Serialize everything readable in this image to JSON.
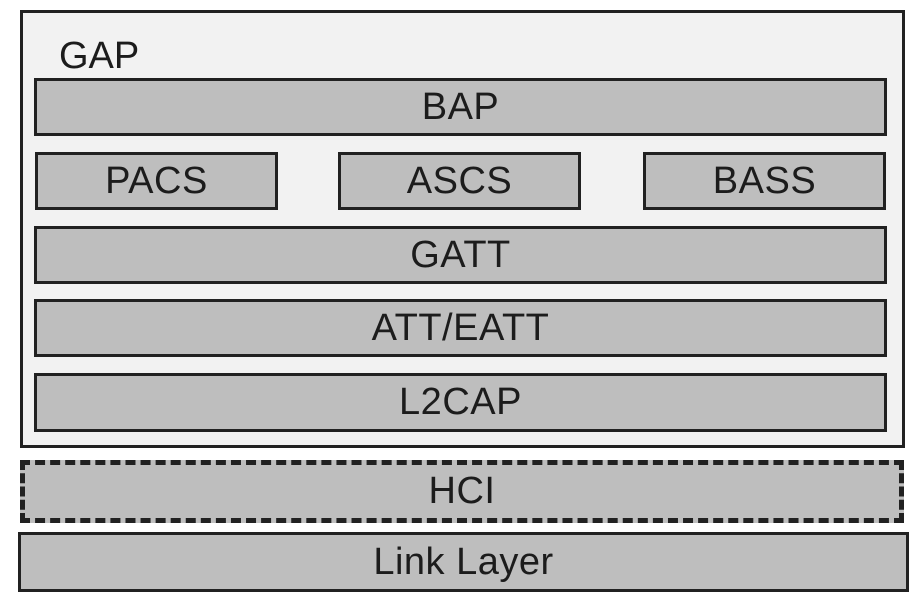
{
  "colors": {
    "page_background": "#ffffff",
    "container_background": "#f2f2f2",
    "box_fill": "#bebebe",
    "border": "#212121",
    "text": "#1c1c1c"
  },
  "stack": {
    "gap_label": "GAP",
    "bap_label": "BAP",
    "services": [
      {
        "label": "PACS"
      },
      {
        "label": "ASCS"
      },
      {
        "label": "BASS"
      }
    ],
    "gatt_label": "GATT",
    "att_label": "ATT/EATT",
    "l2cap_label": "L2CAP",
    "hci_label": "HCI",
    "link_layer_label": "Link Layer"
  }
}
